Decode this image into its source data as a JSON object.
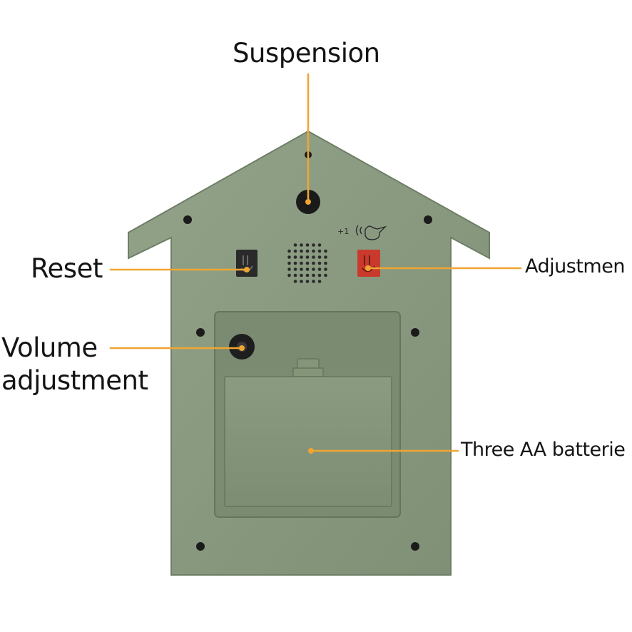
{
  "labels": {
    "suspension": "Suspension",
    "reset": "Reset",
    "volume_line1": "Volume",
    "volume_line2": "adjustment",
    "adjustment": "Adjustmen",
    "batteries": "Three AA batterie"
  },
  "panel_icon_text": "+1",
  "colors": {
    "housing": "#8a9a80",
    "housing_edge": "#6f7e66",
    "leader_line": "#f0a531",
    "reset_button": "#2a2a2a",
    "adjust_button": "#c93a2c",
    "label_text": "#141414"
  }
}
